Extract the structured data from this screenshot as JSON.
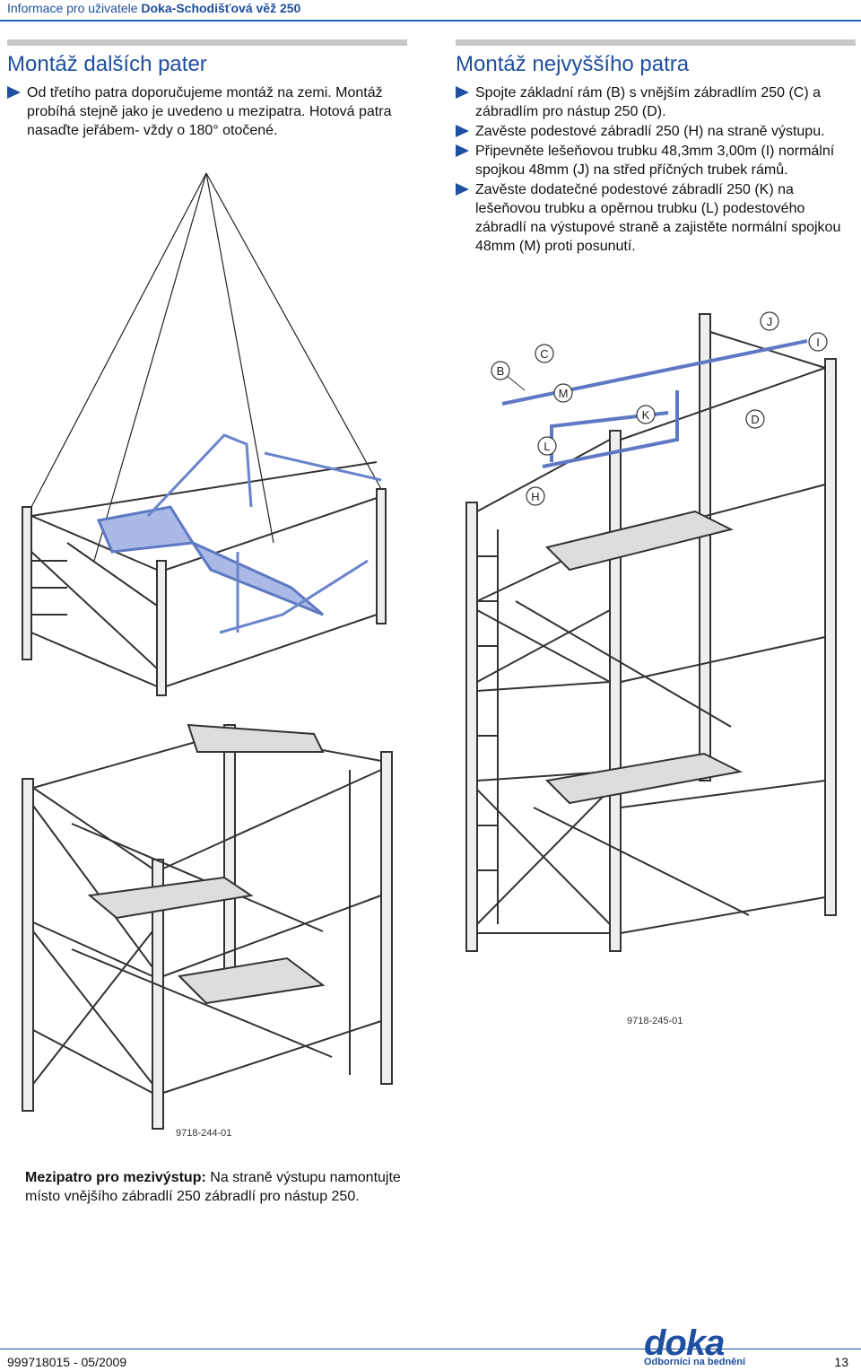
{
  "header": {
    "prefix": "Informace pro uživatele",
    "title": "Doka-Schodišťová věž 250"
  },
  "left": {
    "heading": "Montáž dalších pater",
    "bullets": [
      "Od třetího patra doporučujeme montáž na zemi. Montáž probíhá stejně jako je uvedeno u mezipatra. Hotová patra nasaďte jeřábem- vždy o 180° otočené."
    ]
  },
  "right": {
    "heading": "Montáž nejvyššího patra",
    "bullets": [
      "Spojte základní rám (B) s vnějším zábradlím 250 (C) a zábradlím pro nástup 250 (D).",
      "Zavěste podestové zábradlí 250 (H) na straně výstupu.",
      "Připevněte lešeňovou trubku 48,3mm 3,00m (I) normální spojkou 48mm (J) na střed příčných trubek rámů.",
      "Zavěste dodatečné podestové zábradlí 250 (K) na lešeňovou trubku a opěrnou trubku (L) podestového zábradlí na výstupové straně a zajistěte normální spojkou 48mm (M) proti posunutí."
    ]
  },
  "callouts": [
    "B",
    "C",
    "J",
    "I",
    "M",
    "K",
    "D",
    "L",
    "H"
  ],
  "figure_codes": {
    "right": "9718-245-01",
    "bottom": "9718-244-01"
  },
  "note": {
    "bold": "Mezipatro pro mezivýstup:",
    "text": " Na straně výstupu namontujte místo vnějšího zábradlí 250 zábradlí pro nástup 250."
  },
  "footer": {
    "doc": "999718015 - 05/2009",
    "page": "13",
    "logo": "doka",
    "tagline": "Odborníci na bednění"
  },
  "colors": {
    "accent": "#1e4fa0",
    "highlight": "#8fa6dc"
  }
}
